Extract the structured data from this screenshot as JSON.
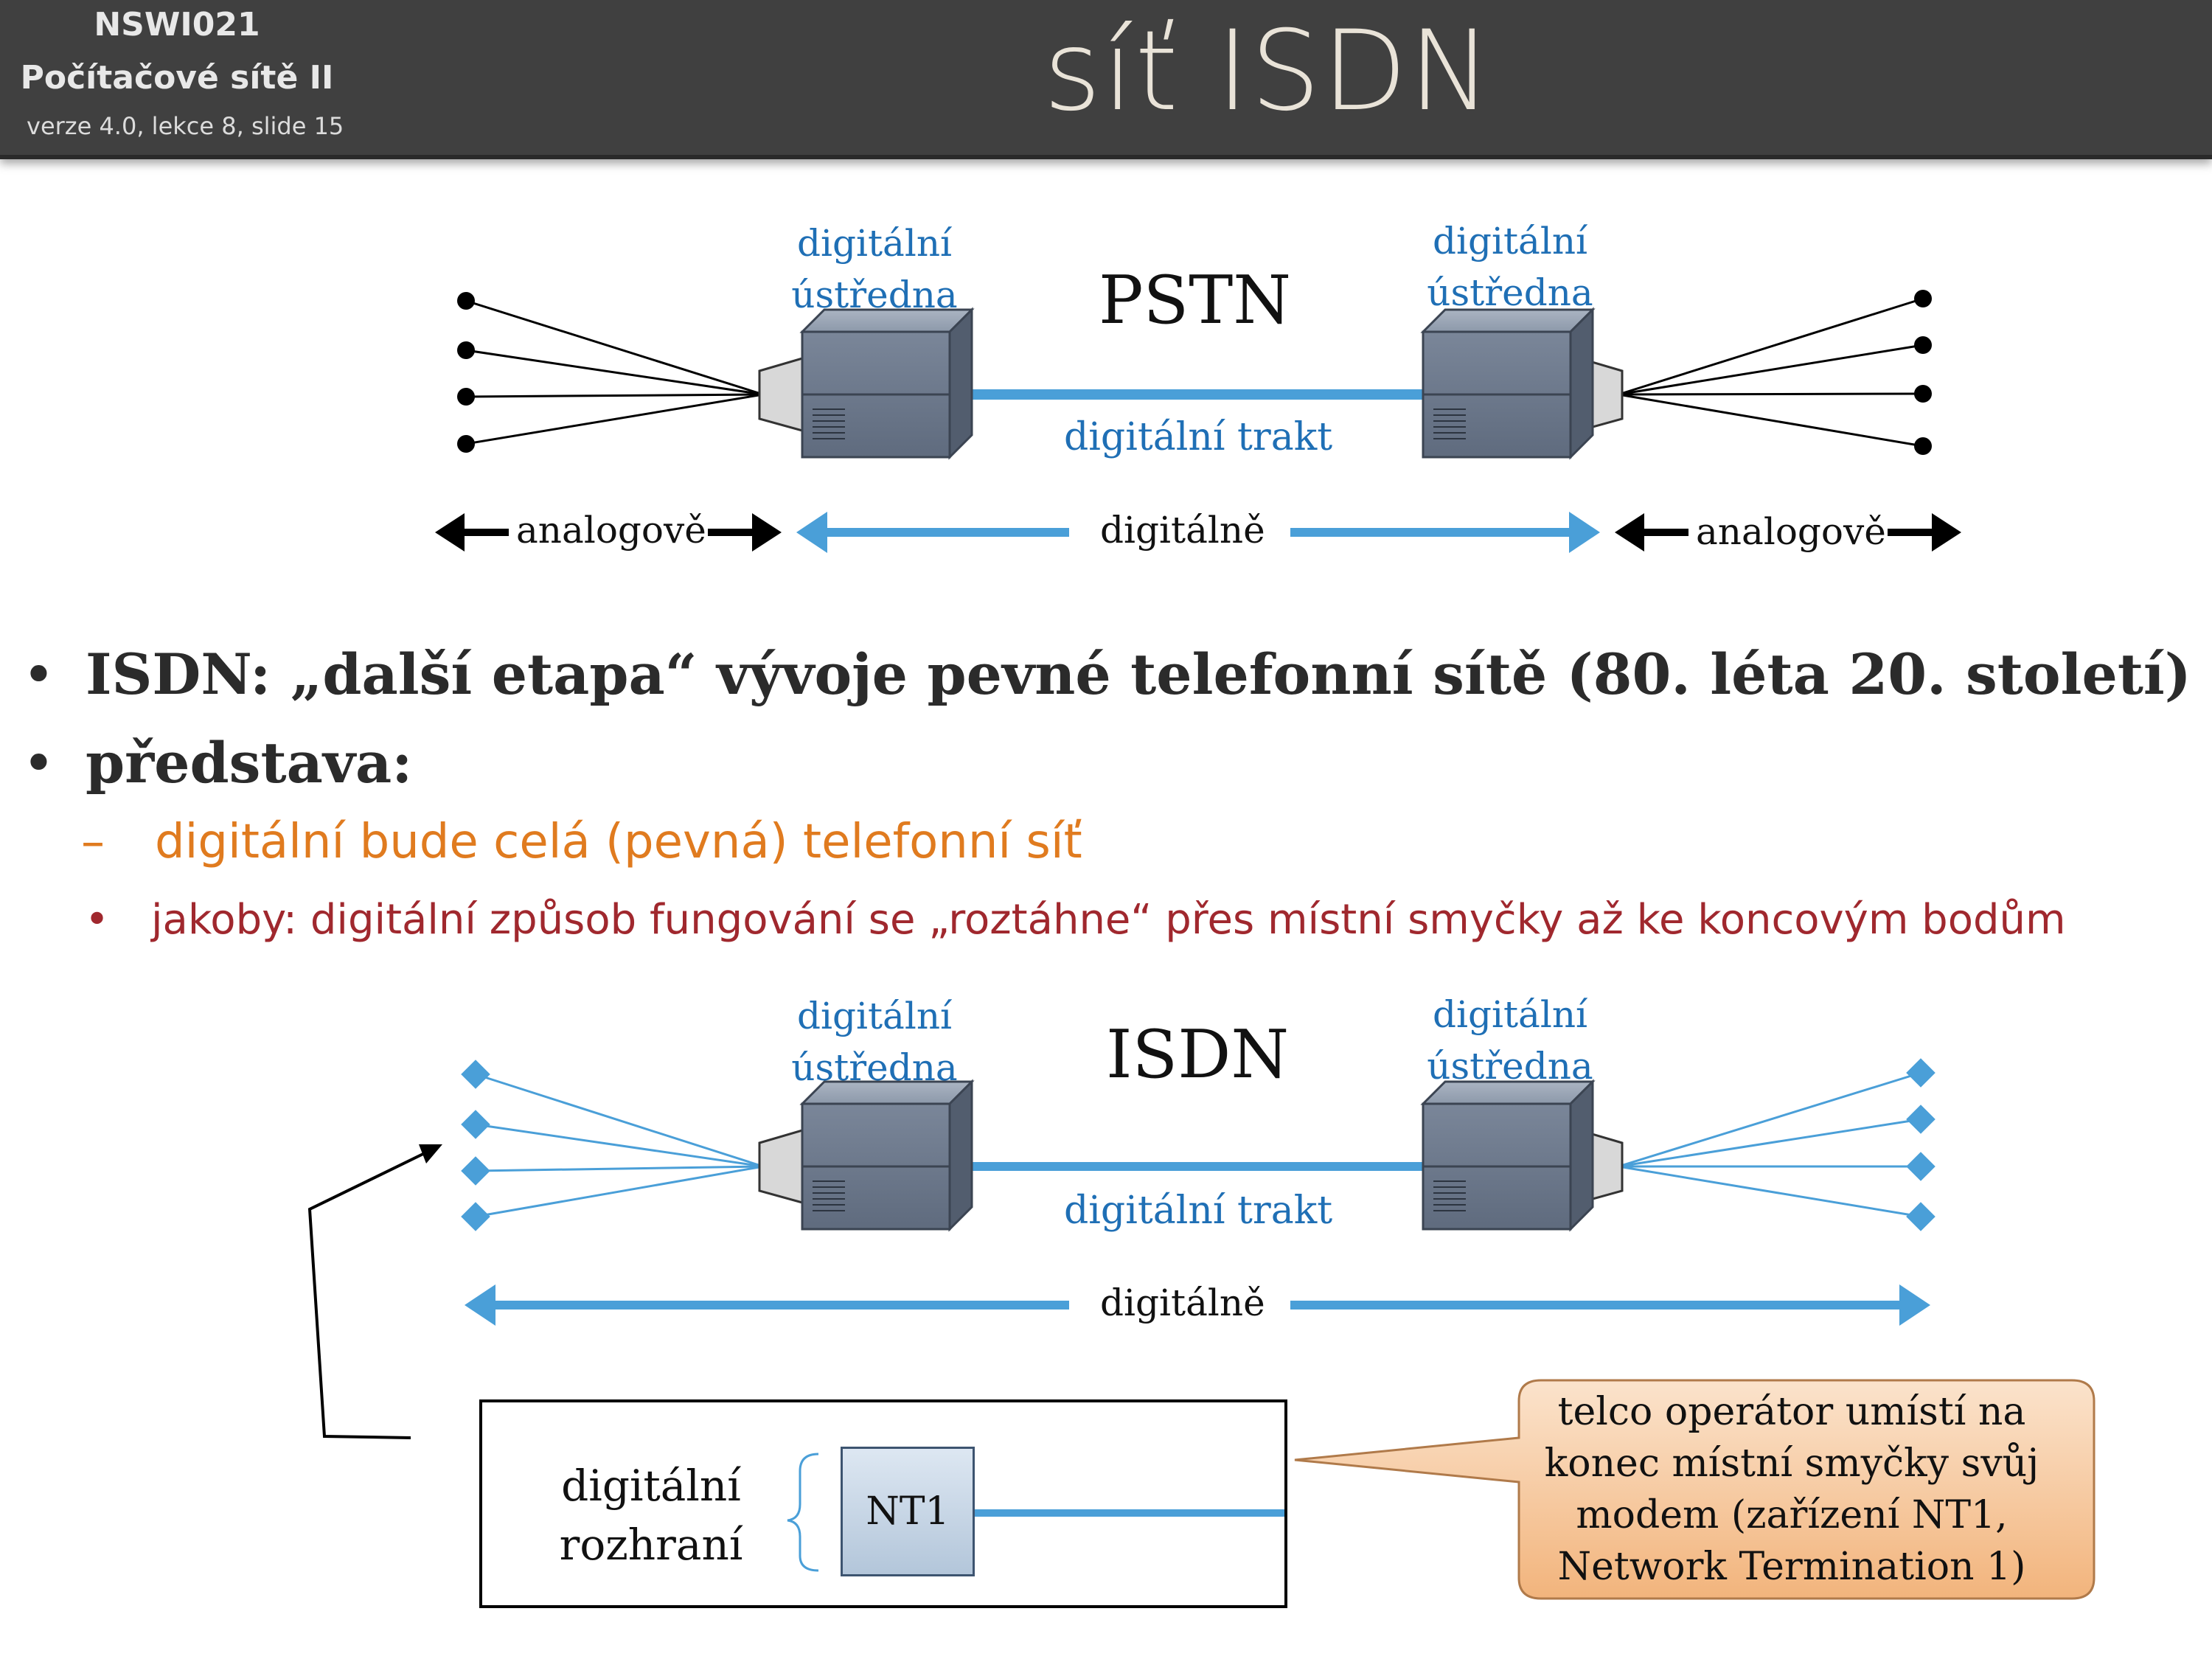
{
  "header": {
    "course_code": "NSWI021",
    "course_name": "Počítačové sítě II",
    "version": "verze 4.0, lekce  8, slide 15",
    "title": "síť ISDN"
  },
  "pstn_diagram": {
    "switch_left_label": [
      "digitální",
      "ústředna"
    ],
    "switch_right_label": [
      "digitální",
      "ústředna"
    ],
    "network_name": "PSTN",
    "trunk_label": "digitální trakt",
    "left_span": "analogově",
    "middle_span": "digitálně",
    "right_span": "analogově"
  },
  "bullets": {
    "b1": "ISDN: „další etapa“ vývoje pevné telefonní sítě (80. léta 20. století)",
    "b2": "představa:",
    "b2_sub": "digitální bude celá (pevná) telefonní síť",
    "b2_sub_sub": "jakoby: digitální způsob fungování se „roztáhne“ přes místní smyčky až ke koncovým bodům",
    "bullet_char": "•",
    "dash_char": "–"
  },
  "isdn_diagram": {
    "switch_left_label": [
      "digitální",
      "ústředna"
    ],
    "switch_right_label": [
      "digitální",
      "ústředna"
    ],
    "network_name": "ISDN",
    "trunk_label": "digitální trakt",
    "span_label": "digitálně",
    "interface_label": [
      "digitální",
      "rozhraní"
    ],
    "nt1_label": "NT1",
    "callout": [
      "telco operátor umístí na",
      "konec místní smyčky svůj",
      "modem (zařízení NT1,",
      "Network Termination 1)"
    ]
  },
  "colors": {
    "header_bg": "#404040",
    "accent_blue": "#1f6fb5",
    "line_blue": "#4a9fd8",
    "orange": "#e07b1f",
    "dark_red": "#a0282e",
    "callout_fill": "#f6c99e"
  }
}
